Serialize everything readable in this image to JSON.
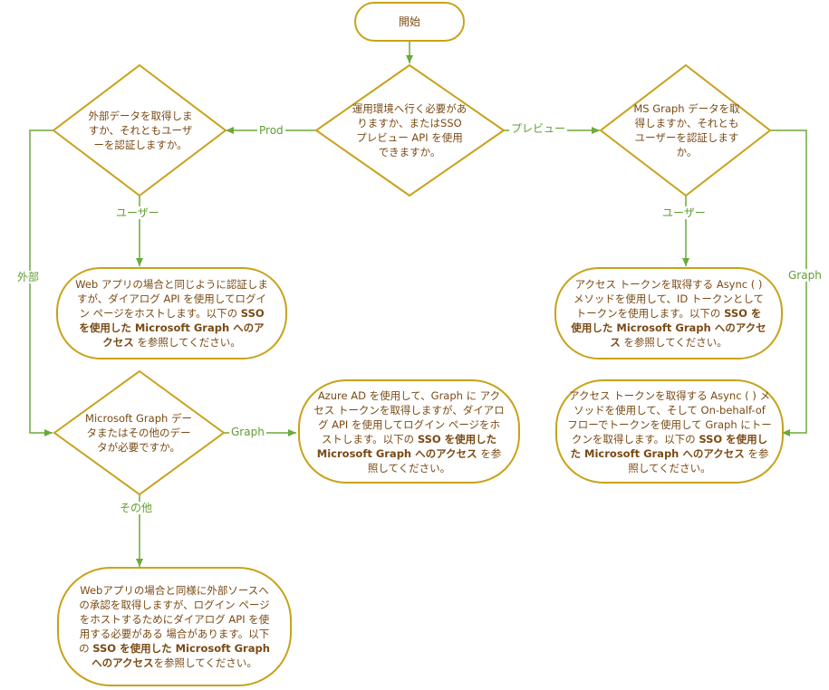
{
  "start": {
    "label": "開始"
  },
  "decisions": {
    "main": "運用環境へ行く必要がありますか、またはSSO プレビュー API を使用できますか。",
    "external": "外部データを取得しますか、それともユーザーを認証しますか。",
    "msgraph": "MS Graph データを取得しますか、それともユーザーを認証しますか。",
    "graph_other": "Microsoft Graph データまたはその他のデータが必要ですか。"
  },
  "edge_labels": {
    "prod": "Prod",
    "preview": "プレビュー",
    "user_left": "ユーザー",
    "external": "外部",
    "user_right": "ユーザー",
    "graph_right": "Graph",
    "graph_mid": "Graph",
    "other": "その他"
  },
  "processes": {
    "web_auth": {
      "t1": "Web アプリの場合と同じように認証しますが、ダイアログ API を使用してログイン ページをホストします。以下の ",
      "b1": "SSO を使用した Microsoft Graph へのアクセス",
      "t2": " を参照してください。"
    },
    "azure_ad": {
      "t1": "Azure AD を使用して、Graph に アクセス トークンを取得しますが、ダイアログ API を使用してログイン ページをホストします。以下の ",
      "b1": "SSO を使用した Microsoft Graph へのアクセス",
      "t2": " を参照してください。"
    },
    "web_external": {
      "t1": "Webアプリの場合と同様に外部ソースへの承認を取得しますが、ログイン ページをホストするためにダイアログ API を使用する必要がある 場合があります。以下の ",
      "b1": "SSO を使用した Microsoft Graph へのアクセス",
      "t2": "を参照してください。"
    },
    "async_token": {
      "t1": "アクセス トークンを取得する Async ( ) メソッドを使用して、ID トークンとしてトークンを使用します。以下の ",
      "b1": "SSO を使用した Microsoft Graph へのアクセス",
      "t2": " を参照してください。"
    },
    "obo": {
      "t1": "アクセス トークンを取得する Async ( ) メソッドを使用して、そして On-behalf-of フローでトークンを使用して Graph にトークンを取得します。以下の ",
      "b1": "SSO を使用した Microsoft Graph へのアクセス",
      "t2": " を参照してください。"
    }
  },
  "colors": {
    "shape_stroke": "#c8a21a",
    "line": "#6aaa3a",
    "text": "#7a4a14",
    "label": "#5f9e30"
  }
}
